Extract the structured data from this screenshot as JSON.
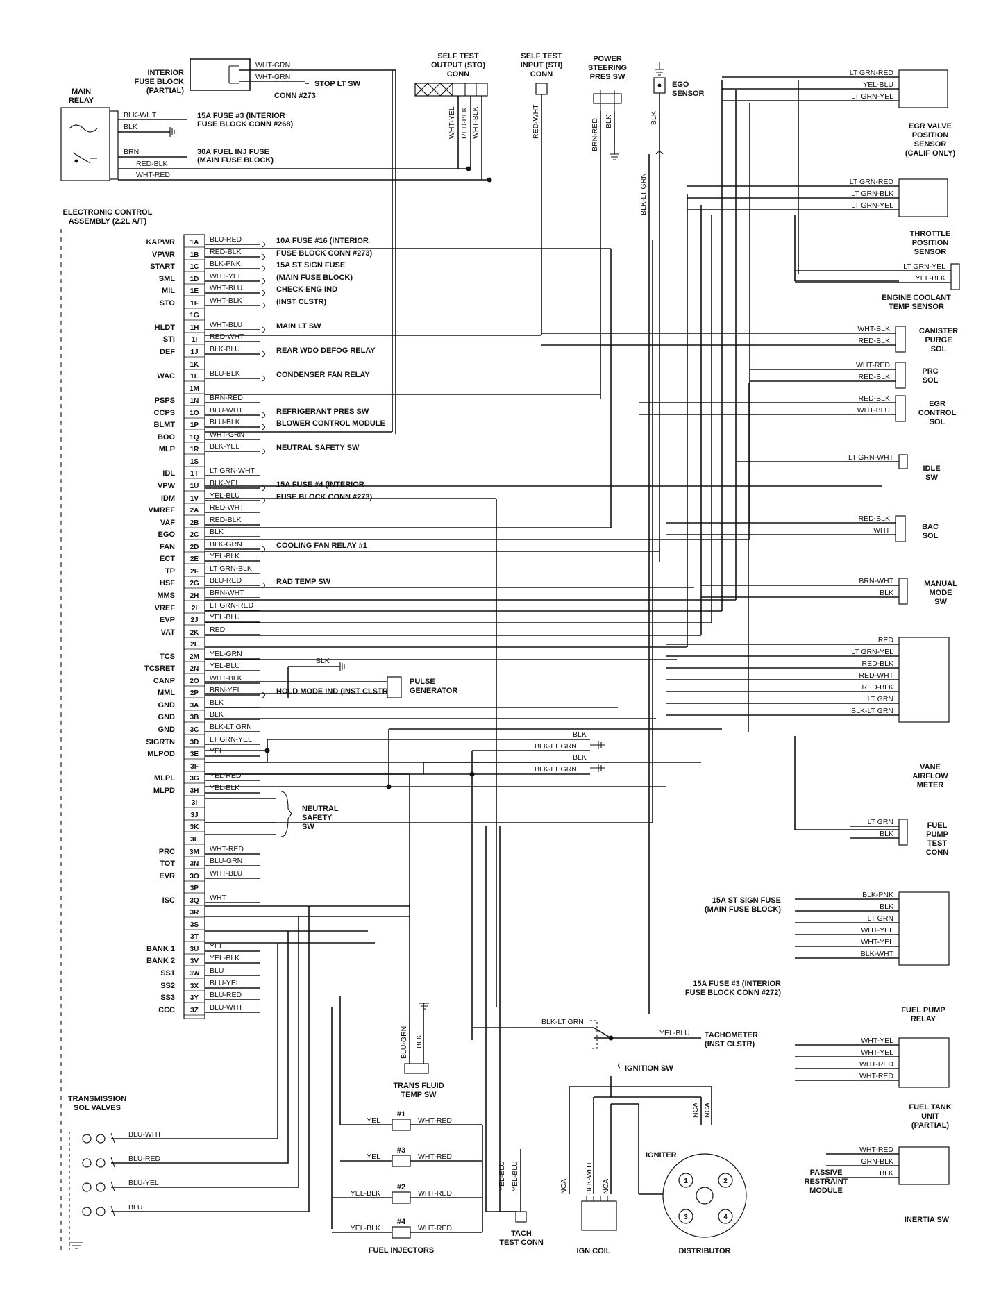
{
  "ecu": {
    "title": [
      "ELECTRONIC CONTROL",
      "ASSEMBLY (2.2L A/T)"
    ],
    "pins": [
      {
        "pin": "1A",
        "sig": "KAPWR",
        "wire": "BLU-RED",
        "dest": "10A FUSE #16 (INTERIOR"
      },
      {
        "pin": "1B",
        "sig": "VPWR",
        "wire": "RED-BLK",
        "dest": "FUSE BLOCK CONN #273)"
      },
      {
        "pin": "1C",
        "sig": "START",
        "wire": "BLK-PNK",
        "dest": "15A ST SIGN FUSE"
      },
      {
        "pin": "1D",
        "sig": "SML",
        "wire": "WHT-YEL",
        "dest": "(MAIN FUSE BLOCK)"
      },
      {
        "pin": "1E",
        "sig": "MIL",
        "wire": "WHT-BLU",
        "dest": "CHECK ENG IND"
      },
      {
        "pin": "1F",
        "sig": "STO",
        "wire": "WHT-BLK",
        "dest": "(INST CLSTR)"
      },
      {
        "pin": "1G",
        "sig": "",
        "wire": "",
        "dest": ""
      },
      {
        "pin": "1H",
        "sig": "HLDT",
        "wire": "WHT-BLU",
        "dest": "MAIN LT SW"
      },
      {
        "pin": "1I",
        "sig": "STI",
        "wire": "RED-WHT",
        "dest": ""
      },
      {
        "pin": "1J",
        "sig": "DEF",
        "wire": "BLK-BLU",
        "dest": "REAR WDO DEFOG RELAY"
      },
      {
        "pin": "1K",
        "sig": "",
        "wire": "",
        "dest": ""
      },
      {
        "pin": "1L",
        "sig": "WAC",
        "wire": "BLU-BLK",
        "dest": "CONDENSER FAN RELAY"
      },
      {
        "pin": "1M",
        "sig": "",
        "wire": "",
        "dest": ""
      },
      {
        "pin": "1N",
        "sig": "PSPS",
        "wire": "BRN-RED",
        "dest": ""
      },
      {
        "pin": "1O",
        "sig": "CCPS",
        "wire": "BLU-WHT",
        "dest": "REFRIGERANT PRES SW"
      },
      {
        "pin": "1P",
        "sig": "BLMT",
        "wire": "BLU-BLK",
        "dest": "BLOWER CONTROL MODULE"
      },
      {
        "pin": "1Q",
        "sig": "BOO",
        "wire": "WHT-GRN",
        "dest": ""
      },
      {
        "pin": "1R",
        "sig": "MLP",
        "wire": "BLK-YEL",
        "dest": "NEUTRAL SAFETY SW"
      },
      {
        "pin": "1S",
        "sig": "",
        "wire": "",
        "dest": ""
      },
      {
        "pin": "1T",
        "sig": "IDL",
        "wire": "LT GRN-WHT",
        "dest": ""
      },
      {
        "pin": "1U",
        "sig": "VPW",
        "wire": "BLK-YEL",
        "dest": "15A FUSE #4 (INTERIOR"
      },
      {
        "pin": "1V",
        "sig": "IDM",
        "wire": "YEL-BLU",
        "dest": "FUSE BLOCK CONN #273)"
      },
      {
        "pin": "2A",
        "sig": "VMREF",
        "wire": "RED-WHT",
        "dest": ""
      },
      {
        "pin": "2B",
        "sig": "VAF",
        "wire": "RED-BLK",
        "dest": ""
      },
      {
        "pin": "2C",
        "sig": "EGO",
        "wire": "BLK",
        "dest": ""
      },
      {
        "pin": "2D",
        "sig": "FAN",
        "wire": "BLK-GRN",
        "dest": "COOLING FAN RELAY #1"
      },
      {
        "pin": "2E",
        "sig": "ECT",
        "wire": "YEL-BLK",
        "dest": ""
      },
      {
        "pin": "2F",
        "sig": "TP",
        "wire": "LT GRN-BLK",
        "dest": ""
      },
      {
        "pin": "2G",
        "sig": "HSF",
        "wire": "BLU-RED",
        "dest": "RAD TEMP SW"
      },
      {
        "pin": "2H",
        "sig": "MMS",
        "wire": "BRN-WHT",
        "dest": ""
      },
      {
        "pin": "2I",
        "sig": "VREF",
        "wire": "LT GRN-RED",
        "dest": ""
      },
      {
        "pin": "2J",
        "sig": "EVP",
        "wire": "YEL-BLU",
        "dest": ""
      },
      {
        "pin": "2K",
        "sig": "VAT",
        "wire": "RED",
        "dest": ""
      },
      {
        "pin": "2L",
        "sig": "",
        "wire": "",
        "dest": ""
      },
      {
        "pin": "2M",
        "sig": "TCS",
        "wire": "YEL-GRN",
        "dest": ""
      },
      {
        "pin": "2N",
        "sig": "TCSRET",
        "wire": "YEL-BLU",
        "dest": ""
      },
      {
        "pin": "2O",
        "sig": "CANP",
        "wire": "WHT-BLK",
        "dest": ""
      },
      {
        "pin": "2P",
        "sig": "MML",
        "wire": "BRN-YEL",
        "dest": "HOLD MODE IND (INST CLSTR)"
      },
      {
        "pin": "3A",
        "sig": "GND",
        "wire": "BLK",
        "dest": ""
      },
      {
        "pin": "3B",
        "sig": "GND",
        "wire": "BLK",
        "dest": ""
      },
      {
        "pin": "3C",
        "sig": "GND",
        "wire": "BLK-LT GRN",
        "dest": ""
      },
      {
        "pin": "3D",
        "sig": "SIGRTN",
        "wire": "LT GRN-YEL",
        "dest": ""
      },
      {
        "pin": "3E",
        "sig": "MLPOD",
        "wire": "YEL",
        "dest": ""
      },
      {
        "pin": "3F",
        "sig": "",
        "wire": "",
        "dest": ""
      },
      {
        "pin": "3G",
        "sig": "MLPL",
        "wire": "YEL-RED",
        "dest": ""
      },
      {
        "pin": "3H",
        "sig": "MLPD",
        "wire": "YEL-BLK",
        "dest": ""
      },
      {
        "pin": "3I",
        "sig": "",
        "wire": "",
        "dest": ""
      },
      {
        "pin": "3J",
        "sig": "",
        "wire": "",
        "dest": ""
      },
      {
        "pin": "3K",
        "sig": "",
        "wire": "",
        "dest": ""
      },
      {
        "pin": "3L",
        "sig": "",
        "wire": "",
        "dest": ""
      },
      {
        "pin": "3M",
        "sig": "PRC",
        "wire": "WHT-RED",
        "dest": ""
      },
      {
        "pin": "3N",
        "sig": "TOT",
        "wire": "BLU-GRN",
        "dest": ""
      },
      {
        "pin": "3O",
        "sig": "EVR",
        "wire": "WHT-BLU",
        "dest": ""
      },
      {
        "pin": "3P",
        "sig": "",
        "wire": "",
        "dest": ""
      },
      {
        "pin": "3Q",
        "sig": "ISC",
        "wire": "WHT",
        "dest": ""
      },
      {
        "pin": "3R",
        "sig": "",
        "wire": "",
        "dest": ""
      },
      {
        "pin": "3S",
        "sig": "",
        "wire": "",
        "dest": ""
      },
      {
        "pin": "3T",
        "sig": "",
        "wire": "",
        "dest": ""
      },
      {
        "pin": "3U",
        "sig": "BANK 1",
        "wire": "YEL",
        "dest": ""
      },
      {
        "pin": "3V",
        "sig": "BANK 2",
        "wire": "YEL-BLK",
        "dest": ""
      },
      {
        "pin": "3W",
        "sig": "SS1",
        "wire": "BLU",
        "dest": ""
      },
      {
        "pin": "3X",
        "sig": "SS2",
        "wire": "BLU-YEL",
        "dest": ""
      },
      {
        "pin": "3Y",
        "sig": "SS3",
        "wire": "BLU-RED",
        "dest": ""
      },
      {
        "pin": "3Z",
        "sig": "CCC",
        "wire": "BLU-WHT",
        "dest": ""
      }
    ]
  },
  "top": {
    "interior_fuse_block": [
      "INTERIOR",
      "FUSE BLOCK",
      "(PARTIAL)"
    ],
    "main_relay": [
      "MAIN",
      "RELAY"
    ],
    "wht_grn_1": "WHT-GRN",
    "wht_grn_2": "WHT-GRN",
    "stop_lt_sw": "STOP LT SW",
    "conn_273": "CONN #273",
    "blk_wht": "BLK-WHT",
    "blk": "BLK",
    "fuse3": [
      "15A FUSE #3 (INTERIOR",
      "FUSE BLOCK CONN #268)"
    ],
    "brn": "BRN",
    "red_blk": "RED-BLK",
    "wht_red": "WHT-RED",
    "fuse_inj": [
      "30A FUEL INJ FUSE",
      "(MAIN FUSE BLOCK)"
    ],
    "sto": [
      "SELF TEST",
      "OUTPUT (STO)",
      "CONN"
    ],
    "sti": [
      "SELF TEST",
      "INPUT (STI)",
      "CONN"
    ],
    "pss": [
      "POWER",
      "STEERING",
      "PRES SW"
    ],
    "ego": [
      "EGO",
      "SENSOR"
    ],
    "wht_yel": "WHT-YEL",
    "red_blk_v": "RED-BLK",
    "wht_blk_v": "WHT-BLK",
    "red_wht_v": "RED-WHT",
    "brn_red_v": "BRN-RED",
    "blk_v": "BLK",
    "blk_v2": "BLK",
    "blk_lt_grn_v": "BLK-LT GRN"
  },
  "right": {
    "egr_valve": {
      "label": [
        "EGR VALVE",
        "POSITION",
        "SENSOR",
        "(CALIF ONLY)"
      ],
      "wires": [
        "LT GRN-RED",
        "YEL-BLU",
        "LT GRN-YEL"
      ]
    },
    "tps": {
      "label": [
        "THROTTLE",
        "POSITION",
        "SENSOR"
      ],
      "wires": [
        "LT GRN-RED",
        "LT GRN-BLK",
        "LT GRN-YEL"
      ]
    },
    "ect": {
      "label": [
        "ENGINE COOLANT",
        "TEMP SENSOR"
      ],
      "wires": [
        "LT GRN-YEL",
        "YEL-BLK"
      ]
    },
    "canister": {
      "label": [
        "CANISTER",
        "PURGE",
        "SOL"
      ],
      "wires": [
        "WHT-BLK",
        "RED-BLK"
      ]
    },
    "prc": {
      "label": [
        "PRC",
        "SOL"
      ],
      "wires": [
        "WHT-RED",
        "RED-BLK"
      ]
    },
    "egr_control": {
      "label": [
        "EGR",
        "CONTROL",
        "SOL"
      ],
      "wires": [
        "RED-BLK",
        "WHT-BLU"
      ]
    },
    "idle_sw": {
      "label": [
        "IDLE",
        "SW"
      ],
      "wires": [
        "LT GRN-WHT"
      ]
    },
    "bac": {
      "label": [
        "BAC",
        "SOL"
      ],
      "wires": [
        "RED-BLK",
        "WHT"
      ]
    },
    "manual_mode": {
      "label": [
        "MANUAL",
        "MODE",
        "SW"
      ],
      "wires": [
        "BRN-WHT",
        "BLK"
      ]
    },
    "vane": {
      "label": [
        "VANE",
        "AIRFLOW",
        "METER"
      ],
      "wires": [
        "RED",
        "LT GRN-YEL",
        "RED-BLK",
        "RED-WHT",
        "RED-BLK",
        "LT GRN",
        "BLK-LT GRN"
      ]
    },
    "fuel_pump_test": {
      "label": [
        "FUEL",
        "PUMP",
        "TEST",
        "CONN"
      ],
      "wires": [
        "LT GRN",
        "BLK"
      ]
    },
    "fuel_pump_relay": {
      "label": [
        "FUEL PUMP",
        "RELAY"
      ],
      "wires": [
        "BLK-PNK",
        "BLK",
        "LT GRN",
        "WHT-YEL",
        "WHT-YEL",
        "BLK-WHT"
      ]
    },
    "st_sign_fuse": [
      "15A ST SIGN FUSE",
      "(MAIN FUSE BLOCK)"
    ],
    "fuse3_272": [
      "15A FUSE #3 (INTERIOR",
      "FUSE BLOCK CONN #272)"
    ],
    "fuel_tank": {
      "label": [
        "FUEL TANK",
        "UNIT",
        "(PARTIAL)"
      ],
      "wires": [
        "WHT-YEL",
        "WHT-YEL",
        "WHT-RED",
        "WHT-RED"
      ]
    },
    "passive": {
      "label": [
        "PASSIVE",
        "RESTRAINT",
        "MODULE"
      ],
      "wires": [
        "WHT-RED",
        "GRN-BLK",
        "BLK"
      ]
    },
    "inertia": "INERTIA SW"
  },
  "middle": {
    "blk_2l": "BLK",
    "pulse_gen": [
      "PULSE",
      "GENERATOR"
    ],
    "gnd_blk": "BLK",
    "gnd_blk_lt_grn": "BLK-LT GRN",
    "gnd_blk2": "BLK",
    "gnd_blk_lt_grn2": "BLK-LT GRN",
    "neutral_safety": [
      "NEUTRAL",
      "SAFETY",
      "SW"
    ],
    "trans_fluid": [
      "TRANS FLUID",
      "TEMP SW"
    ],
    "blu_grn_v": "BLU-GRN",
    "blk_tf": "BLK",
    "blk_lt_grn_tach": "BLK-LT GRN",
    "yel_blu_tach": "YEL-BLU",
    "tachometer": [
      "TACHOMETER",
      "(INST CLSTR)"
    ],
    "ignition_sw": "IGNITION SW",
    "igniter": "IGNITER",
    "nca1": "NCA",
    "nca2": "NCA",
    "nca3": "NCA",
    "nca4": "NCA",
    "blk_wht_ign": "BLK-WHT",
    "yel_blu_v1": "YEL-BLU",
    "yel_blu_v2": "YEL-BLU",
    "tach_test": [
      "TACH",
      "TEST CONN"
    ],
    "ign_coil": "IGN COIL",
    "distributor": "DISTRIBUTOR",
    "dist_numbers": [
      "1",
      "2",
      "3",
      "4"
    ]
  },
  "injectors": {
    "title": "FUEL INJECTORS",
    "items": [
      {
        "num": "#1",
        "left": "YEL",
        "right": "WHT-RED"
      },
      {
        "num": "#3",
        "left": "YEL",
        "right": "WHT-RED"
      },
      {
        "num": "#2",
        "left": "YEL-BLK",
        "right": "WHT-RED"
      },
      {
        "num": "#4",
        "left": "YEL-BLK",
        "right": "WHT-RED"
      }
    ]
  },
  "trans_sol": {
    "title": [
      "TRANSMISSION",
      "SOL VALVES"
    ],
    "wires": [
      "BLU-WHT",
      "BLU-RED",
      "BLU-YEL",
      "BLU"
    ]
  }
}
